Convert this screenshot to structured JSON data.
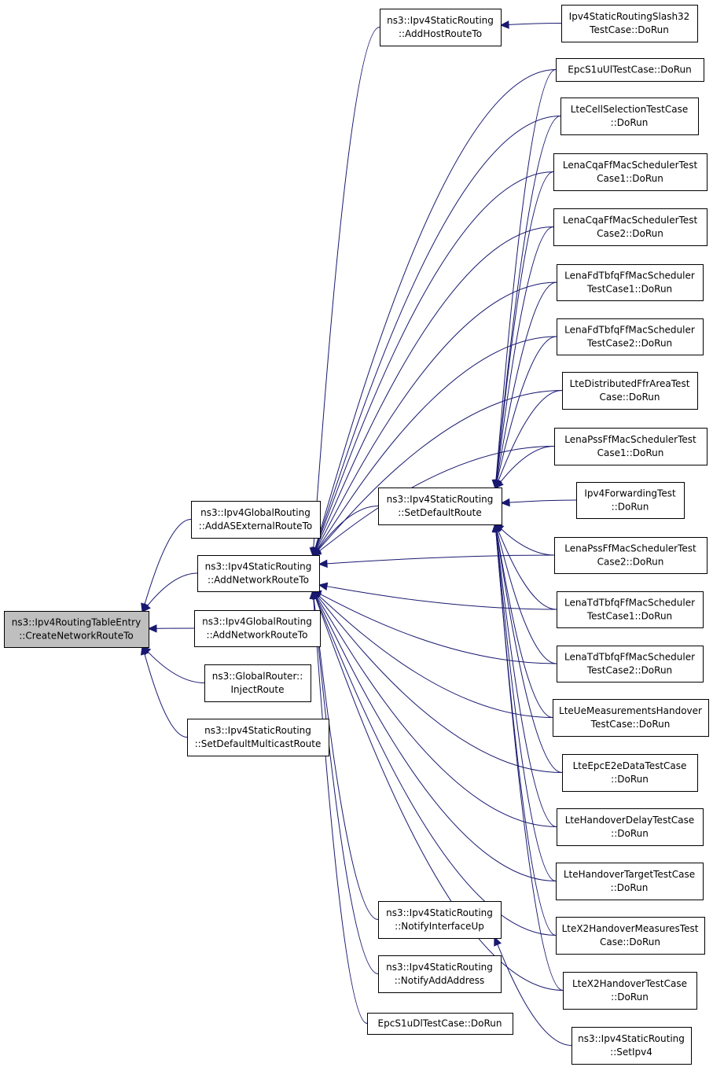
{
  "graph": {
    "direction": "callers-to-right",
    "colors": {
      "edge": "#191970",
      "root_fill": "#bfbfbf",
      "node_fill": "#ffffff",
      "border": "#000000"
    },
    "nodes": [
      {
        "id": "root",
        "lines": [
          "ns3::Ipv4RoutingTableEntry",
          "::CreateNetworkRouteTo"
        ],
        "root": true
      },
      {
        "id": "globalAddAS",
        "lines": [
          "ns3::Ipv4GlobalRouting",
          "::AddASExternalRouteTo"
        ]
      },
      {
        "id": "staticAddNet",
        "lines": [
          "ns3::Ipv4StaticRouting",
          "::AddNetworkRouteTo"
        ]
      },
      {
        "id": "globalAddNet",
        "lines": [
          "ns3::Ipv4GlobalRouting",
          "::AddNetworkRouteTo"
        ]
      },
      {
        "id": "injectRoute",
        "lines": [
          "ns3::GlobalRouter::",
          "InjectRoute"
        ]
      },
      {
        "id": "setDefMcast",
        "lines": [
          "ns3::Ipv4StaticRouting",
          "::SetDefaultMulticastRoute"
        ]
      },
      {
        "id": "addHost",
        "lines": [
          "ns3::Ipv4StaticRouting",
          "::AddHostRouteTo"
        ]
      },
      {
        "id": "setDefault",
        "lines": [
          "ns3::Ipv4StaticRouting",
          "::SetDefaultRoute"
        ]
      },
      {
        "id": "notifyUp",
        "lines": [
          "ns3::Ipv4StaticRouting",
          "::NotifyInterfaceUp"
        ]
      },
      {
        "id": "notifyAddr",
        "lines": [
          "ns3::Ipv4StaticRouting",
          "::NotifyAddAddress"
        ]
      },
      {
        "id": "epcDl",
        "lines": [
          "EpcS1uDlTestCase::DoRun"
        ]
      },
      {
        "id": "slash32",
        "lines": [
          "Ipv4StaticRoutingSlash32",
          "TestCase::DoRun"
        ]
      },
      {
        "id": "epcUl",
        "lines": [
          "EpcS1uUlTestCase::DoRun"
        ]
      },
      {
        "id": "cellSel",
        "lines": [
          "LteCellSelectionTestCase",
          "::DoRun"
        ]
      },
      {
        "id": "cqa1",
        "lines": [
          "LenaCqaFfMacSchedulerTest",
          "Case1::DoRun"
        ]
      },
      {
        "id": "cqa2",
        "lines": [
          "LenaCqaFfMacSchedulerTest",
          "Case2::DoRun"
        ]
      },
      {
        "id": "fd1",
        "lines": [
          "LenaFdTbfqFfMacScheduler",
          "TestCase1::DoRun"
        ]
      },
      {
        "id": "fd2",
        "lines": [
          "LenaFdTbfqFfMacScheduler",
          "TestCase2::DoRun"
        ]
      },
      {
        "id": "distFfr",
        "lines": [
          "LteDistributedFfrAreaTest",
          "Case::DoRun"
        ]
      },
      {
        "id": "pss1",
        "lines": [
          "LenaPssFfMacSchedulerTest",
          "Case1::DoRun"
        ]
      },
      {
        "id": "fwdTest",
        "lines": [
          "Ipv4ForwardingTest",
          "::DoRun"
        ]
      },
      {
        "id": "pss2",
        "lines": [
          "LenaPssFfMacSchedulerTest",
          "Case2::DoRun"
        ]
      },
      {
        "id": "td1",
        "lines": [
          "LenaTdTbfqFfMacScheduler",
          "TestCase1::DoRun"
        ]
      },
      {
        "id": "td2",
        "lines": [
          "LenaTdTbfqFfMacScheduler",
          "TestCase2::DoRun"
        ]
      },
      {
        "id": "ueMeas",
        "lines": [
          "LteUeMeasurementsHandover",
          "TestCase::DoRun"
        ]
      },
      {
        "id": "e2e",
        "lines": [
          "LteEpcE2eDataTestCase",
          "::DoRun"
        ]
      },
      {
        "id": "hoDelay",
        "lines": [
          "LteHandoverDelayTestCase",
          "::DoRun"
        ]
      },
      {
        "id": "hoTarget",
        "lines": [
          "LteHandoverTargetTestCase",
          "::DoRun"
        ]
      },
      {
        "id": "x2Meas",
        "lines": [
          "LteX2HandoverMeasuresTest",
          "Case::DoRun"
        ]
      },
      {
        "id": "x2Ho",
        "lines": [
          "LteX2HandoverTestCase",
          "::DoRun"
        ]
      },
      {
        "id": "setIpv4",
        "lines": [
          "ns3::Ipv4StaticRouting",
          "::SetIpv4"
        ]
      }
    ],
    "edges": [
      {
        "from": "globalAddAS",
        "to": "root"
      },
      {
        "from": "staticAddNet",
        "to": "root"
      },
      {
        "from": "globalAddNet",
        "to": "root"
      },
      {
        "from": "injectRoute",
        "to": "root"
      },
      {
        "from": "setDefMcast",
        "to": "root"
      },
      {
        "from": "addHost",
        "to": "staticAddNet"
      },
      {
        "from": "setDefault",
        "to": "staticAddNet"
      },
      {
        "from": "notifyUp",
        "to": "staticAddNet"
      },
      {
        "from": "notifyAddr",
        "to": "staticAddNet"
      },
      {
        "from": "epcDl",
        "to": "staticAddNet"
      },
      {
        "from": "epcUl",
        "to": "staticAddNet"
      },
      {
        "from": "cellSel",
        "to": "staticAddNet"
      },
      {
        "from": "cqa1",
        "to": "staticAddNet"
      },
      {
        "from": "cqa2",
        "to": "staticAddNet"
      },
      {
        "from": "fd1",
        "to": "staticAddNet"
      },
      {
        "from": "fd2",
        "to": "staticAddNet"
      },
      {
        "from": "distFfr",
        "to": "staticAddNet"
      },
      {
        "from": "pss1",
        "to": "staticAddNet"
      },
      {
        "from": "pss2",
        "to": "staticAddNet"
      },
      {
        "from": "td1",
        "to": "staticAddNet"
      },
      {
        "from": "td2",
        "to": "staticAddNet"
      },
      {
        "from": "ueMeas",
        "to": "staticAddNet"
      },
      {
        "from": "e2e",
        "to": "staticAddNet"
      },
      {
        "from": "hoDelay",
        "to": "staticAddNet"
      },
      {
        "from": "hoTarget",
        "to": "staticAddNet"
      },
      {
        "from": "x2Meas",
        "to": "staticAddNet"
      },
      {
        "from": "x2Ho",
        "to": "staticAddNet"
      },
      {
        "from": "slash32",
        "to": "addHost"
      },
      {
        "from": "epcUl",
        "to": "setDefault"
      },
      {
        "from": "cellSel",
        "to": "setDefault"
      },
      {
        "from": "cqa1",
        "to": "setDefault"
      },
      {
        "from": "cqa2",
        "to": "setDefault"
      },
      {
        "from": "fd1",
        "to": "setDefault"
      },
      {
        "from": "fd2",
        "to": "setDefault"
      },
      {
        "from": "distFfr",
        "to": "setDefault"
      },
      {
        "from": "pss1",
        "to": "setDefault"
      },
      {
        "from": "fwdTest",
        "to": "setDefault"
      },
      {
        "from": "pss2",
        "to": "setDefault"
      },
      {
        "from": "td1",
        "to": "setDefault"
      },
      {
        "from": "td2",
        "to": "setDefault"
      },
      {
        "from": "ueMeas",
        "to": "setDefault"
      },
      {
        "from": "e2e",
        "to": "setDefault"
      },
      {
        "from": "hoDelay",
        "to": "setDefault"
      },
      {
        "from": "hoTarget",
        "to": "setDefault"
      },
      {
        "from": "x2Meas",
        "to": "setDefault"
      },
      {
        "from": "x2Ho",
        "to": "setDefault"
      },
      {
        "from": "setIpv4",
        "to": "notifyUp"
      }
    ]
  }
}
